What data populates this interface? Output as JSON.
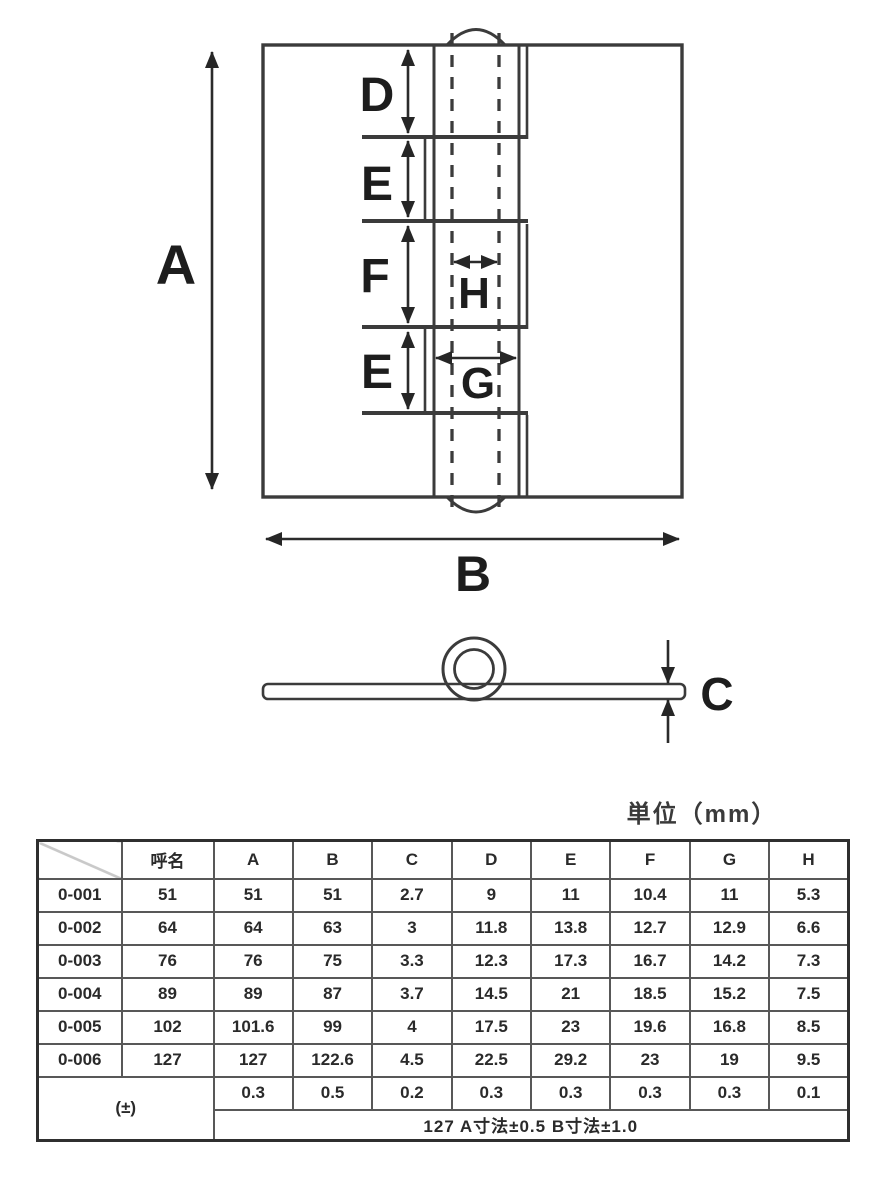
{
  "page": {
    "unit_label": "単位（mm）"
  },
  "diagram": {
    "front_view": {
      "dim_labels": {
        "A": "A",
        "B": "B",
        "D": "D",
        "E_upper": "E",
        "F": "F",
        "E_lower": "E",
        "H": "H",
        "G": "G"
      }
    },
    "side_view": {
      "dim_label_c": "C"
    }
  },
  "table": {
    "headers": [
      "",
      "呼名",
      "A",
      "B",
      "C",
      "D",
      "E",
      "F",
      "G",
      "H"
    ],
    "rows": [
      {
        "item": "0-001",
        "values": [
          "51",
          "51",
          "51",
          "2.7",
          "9",
          "11",
          "10.4",
          "11",
          "5.3"
        ]
      },
      {
        "item": "0-002",
        "values": [
          "64",
          "64",
          "63",
          "3",
          "11.8",
          "13.8",
          "12.7",
          "12.9",
          "6.6"
        ]
      },
      {
        "item": "0-003",
        "values": [
          "76",
          "76",
          "75",
          "3.3",
          "12.3",
          "17.3",
          "16.7",
          "14.2",
          "7.3"
        ]
      },
      {
        "item": "0-004",
        "values": [
          "89",
          "89",
          "87",
          "3.7",
          "14.5",
          "21",
          "18.5",
          "15.2",
          "7.5"
        ]
      },
      {
        "item": "0-005",
        "values": [
          "102",
          "101.6",
          "99",
          "4",
          "17.5",
          "23",
          "19.6",
          "16.8",
          "8.5"
        ]
      },
      {
        "item": "0-006",
        "values": [
          "127",
          "127",
          "122.6",
          "4.5",
          "22.5",
          "29.2",
          "23",
          "19",
          "9.5"
        ]
      }
    ],
    "tolerance": {
      "label": "(±)",
      "values": [
        "0.3",
        "0.5",
        "0.2",
        "0.3",
        "0.3",
        "0.3",
        "0.3",
        "0.1"
      ],
      "note": "127 A寸法±0.5 B寸法±1.0"
    }
  }
}
